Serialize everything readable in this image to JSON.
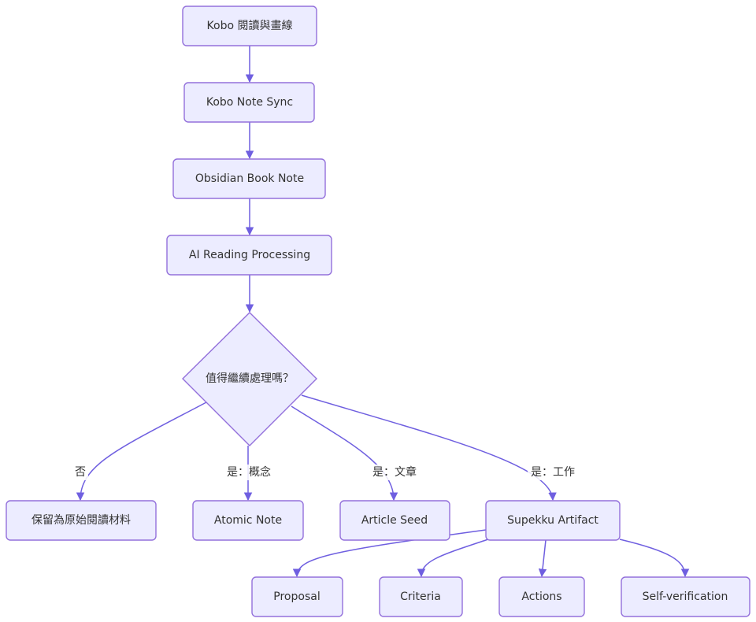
{
  "nodes": {
    "kobo": "Kobo 閱讀與畫線",
    "sync": "Kobo Note Sync",
    "obsidian": "Obsidian Book Note",
    "ai": "AI Reading Processing",
    "decision": "值得繼續處理嗎？",
    "keep": "保留為原始閱讀材料",
    "atomic": "Atomic Note",
    "seed": "Article Seed",
    "supekku": "Supekku Artifact",
    "proposal": "Proposal",
    "criteria": "Criteria",
    "actions": "Actions",
    "selfverify": "Self-verification"
  },
  "edges": {
    "no": "否",
    "concept": "是：概念",
    "article": "是：文章",
    "work": "是：工作"
  },
  "colors": {
    "node_fill": "#ECECFF",
    "node_stroke": "#9370DB",
    "edge": "#6F5FE0",
    "text": "#333333"
  }
}
